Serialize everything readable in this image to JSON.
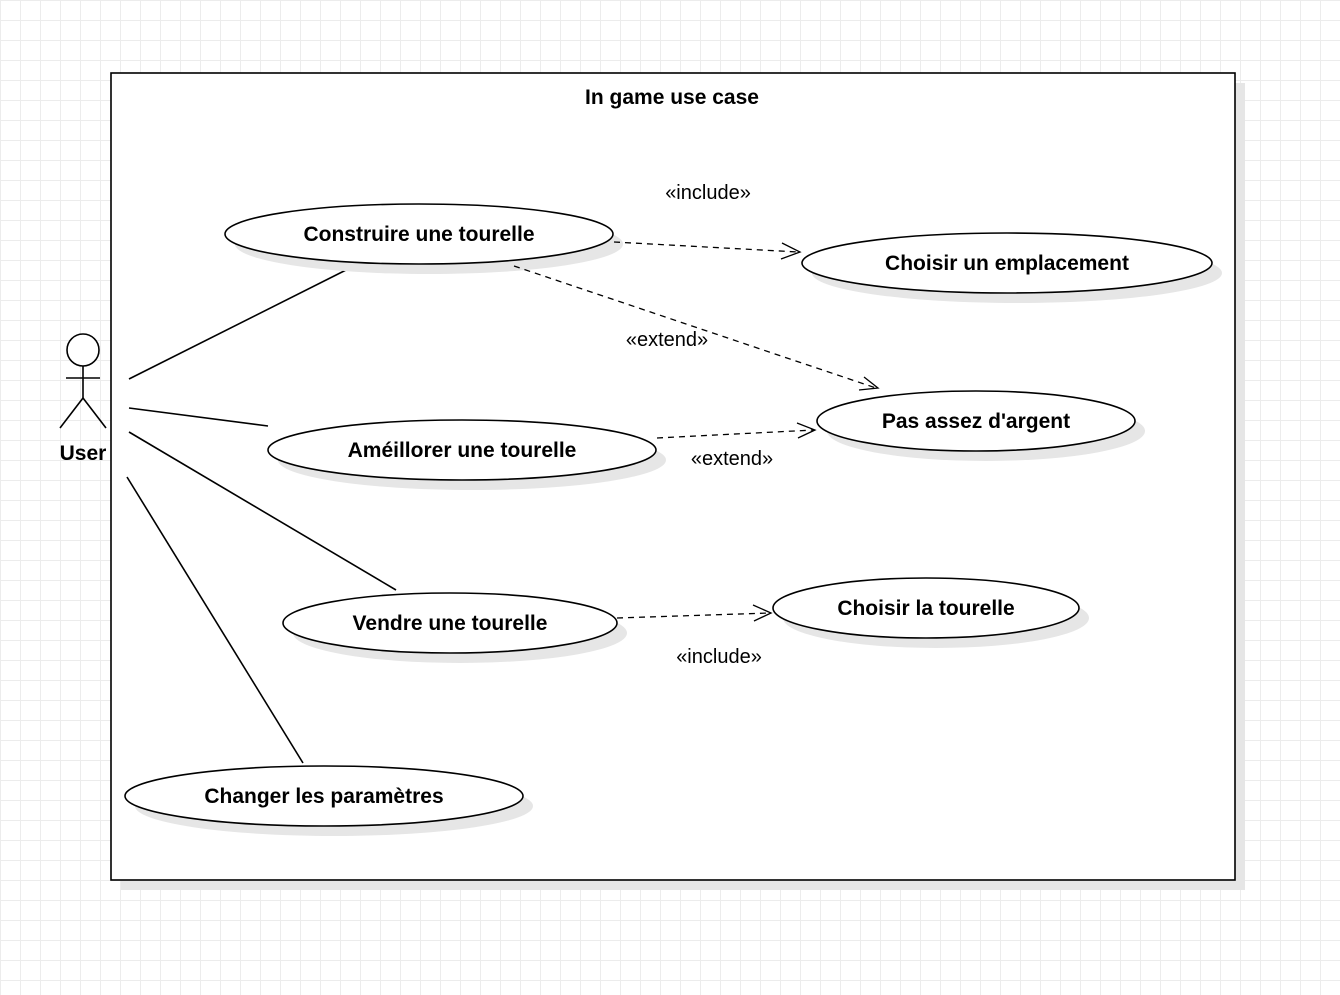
{
  "diagram": {
    "system_title": "In game use case",
    "actor": {
      "label": "User"
    },
    "use_cases": {
      "construire": "Construire une tourelle",
      "ameliorer": "Améillorer une tourelle",
      "vendre": "Vendre une tourelle",
      "changer": "Changer les paramètres",
      "emplacement": "Choisir un emplacement",
      "argent": "Pas assez d'argent",
      "choisir_tourelle": "Choisir la tourelle"
    },
    "relations": {
      "include_emplacement": "«include»",
      "extend_construire": "«extend»",
      "extend_ameliorer": "«extend»",
      "include_tourelle": "«include»"
    }
  }
}
